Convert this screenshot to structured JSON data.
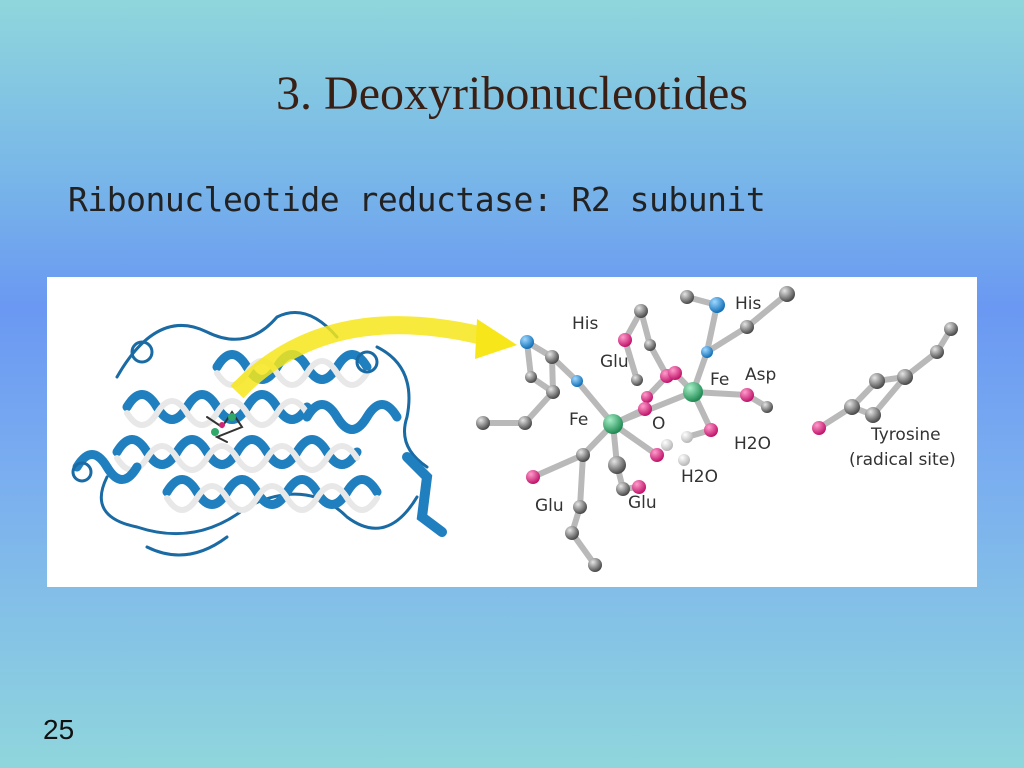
{
  "slide": {
    "title": "3. Deoxyribonucleotides",
    "subtitle": "Ribonucleotide reductase: R2 subunit",
    "page_number": "25"
  },
  "figure": {
    "labels": {
      "his_left": "His",
      "his_top": "His",
      "glu_top": "Glu",
      "fe_right": "Fe",
      "asp": "Asp",
      "fe_left": "Fe",
      "o": "O",
      "h2o_right": "H2O",
      "h2o_bottom": "H2O",
      "glu_bottom_left": "Glu",
      "glu_bottom_mid": "Glu",
      "tyrosine": "Tyrosine",
      "radical_site": "(radical site)"
    },
    "colors": {
      "helix": "#1f7fbf",
      "arrow": "#f6e61a",
      "carbon": "#6e6e6e",
      "oxygen": "#d0237a",
      "nitrogen": "#1a8fd9",
      "iron": "#2fa86a",
      "hydrogen": "#e6e6e6"
    }
  }
}
